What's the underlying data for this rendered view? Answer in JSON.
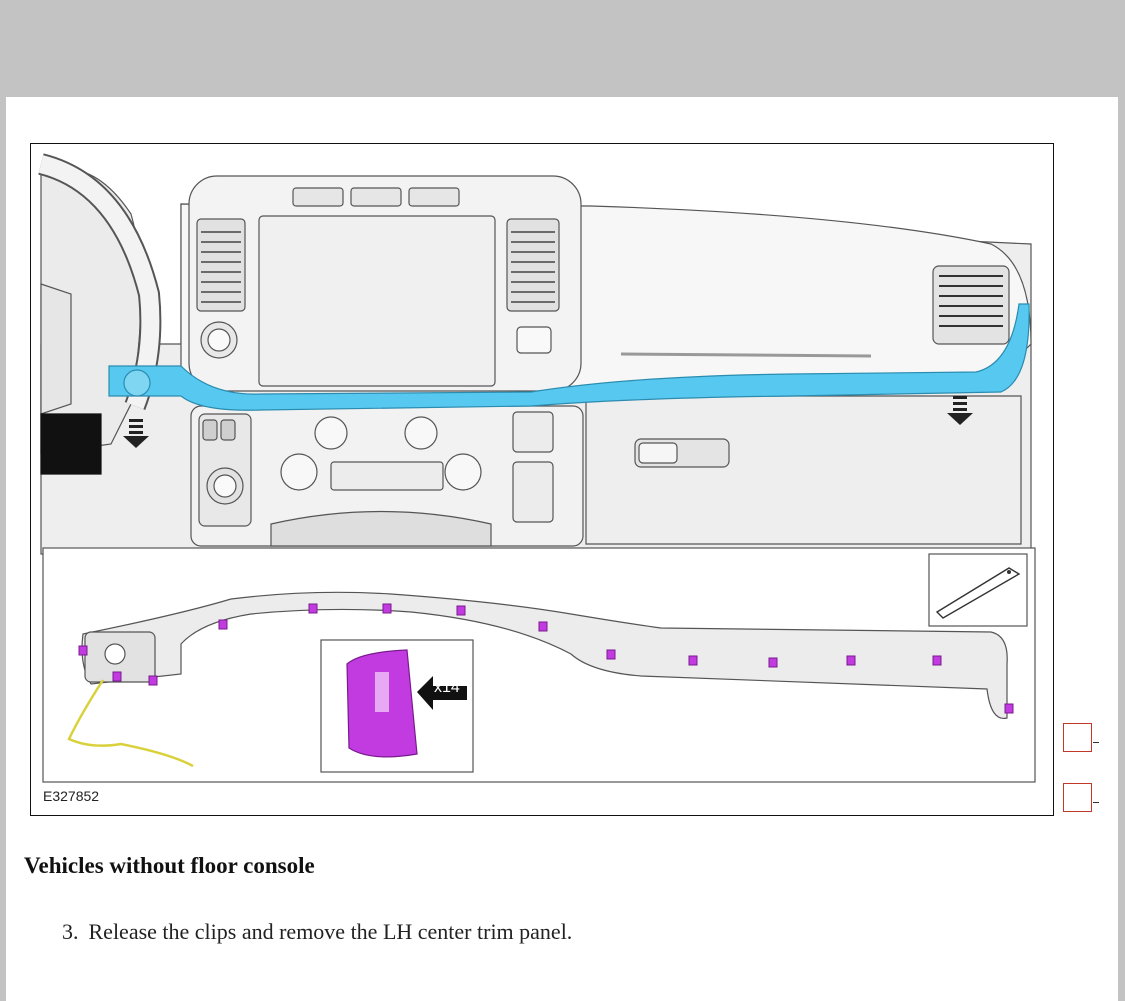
{
  "figure": {
    "id_label": "E327852",
    "clip_count_label": "x14",
    "colors": {
      "highlight_trim": "#57c8ef",
      "clip": "#c23be0",
      "wire": "#d9d13c"
    }
  },
  "content": {
    "heading": "Vehicles without floor console",
    "step_number": "3.",
    "step_text": "Release the clips and remove the LH center trim panel."
  },
  "checkboxes": [
    {
      "name": "checkbox-1"
    },
    {
      "name": "checkbox-2"
    }
  ]
}
